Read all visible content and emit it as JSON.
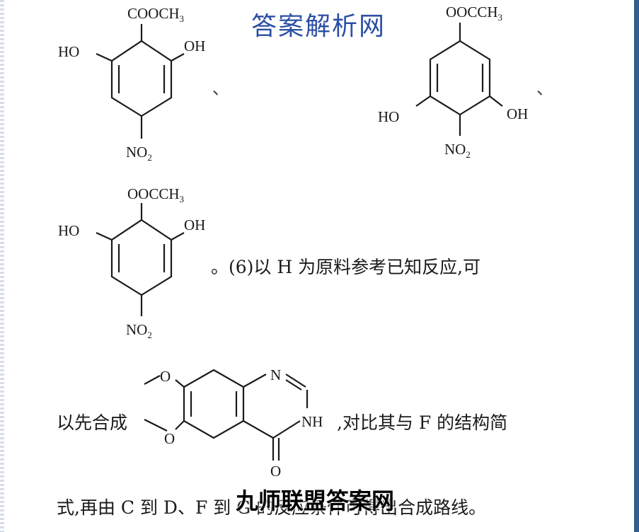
{
  "watermark_top": "答案解析网",
  "watermark_bottom": "九师联盟答案网",
  "structures": {
    "s1": {
      "top": "COOCH",
      "top_sub": "3",
      "left": "HO",
      "right": "OH",
      "bottom": "NO",
      "bottom_sub": "2"
    },
    "s2": {
      "top": "OOCCH",
      "top_sub": "3",
      "left": "HO",
      "right": "OH",
      "bottom": "NO",
      "bottom_sub": "2"
    },
    "s3": {
      "top": "OOCCH",
      "top_sub": "3",
      "left": "HO",
      "right": "OH",
      "bottom": "NO",
      "bottom_sub": "2"
    },
    "quinazolinone": {
      "n_top": "N",
      "nh": "NH",
      "o_carbonyl": "O",
      "o_upper": "O",
      "o_lower": "O"
    }
  },
  "separators": [
    "、",
    "、"
  ],
  "text": {
    "line1": "。(6)以 H 为原料参考已知反应,可",
    "line2_start": "以先合成",
    "line2_end": ",对比其与 F 的结构简",
    "line3": "式,再由 C 到 D、F 到 G 的反应条件可得出合成路线。"
  }
}
